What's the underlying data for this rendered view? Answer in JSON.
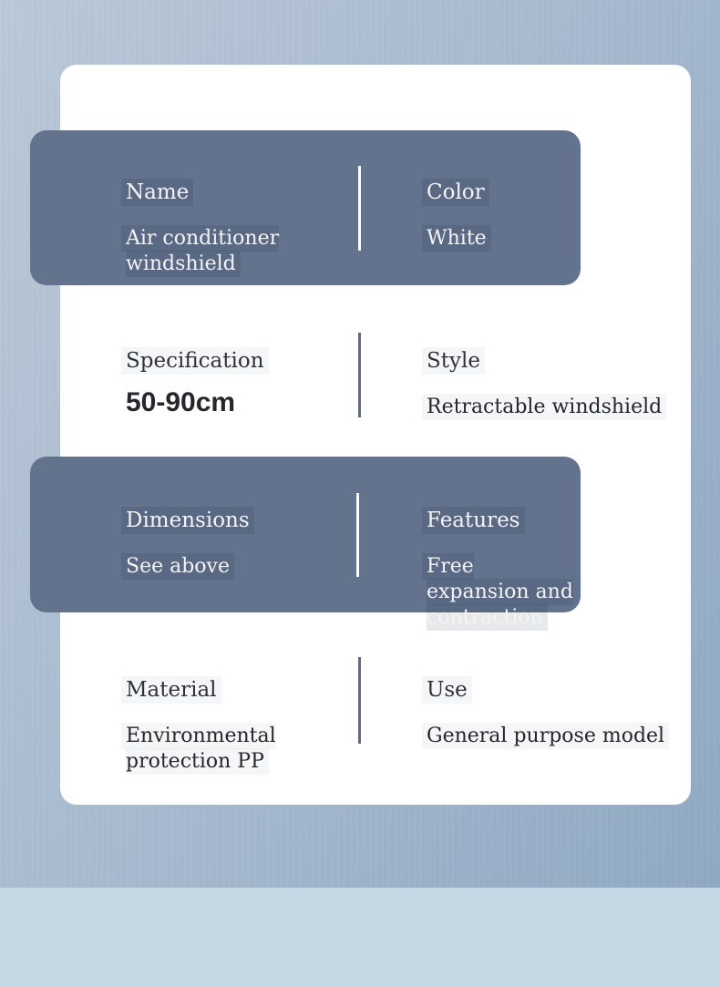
{
  "card": {
    "rows": [
      {
        "variant": "banner",
        "left": {
          "label": "Name",
          "value": "Air conditioner windshield"
        },
        "right": {
          "label": "Color",
          "value": "White"
        }
      },
      {
        "variant": "plain",
        "left": {
          "label": "Specification",
          "value": "50-90cm"
        },
        "right": {
          "label": "Style",
          "value": "Retractable windshield"
        }
      },
      {
        "variant": "banner",
        "left": {
          "label": "Dimensions",
          "value": "See above"
        },
        "right": {
          "label": "Features",
          "value": "Free expansion and contraction"
        }
      },
      {
        "variant": "plain",
        "left": {
          "label": "Material",
          "value": "Environmental protection PP"
        },
        "right": {
          "label": "Use",
          "value": "General purpose model"
        }
      }
    ]
  },
  "colors": {
    "banner_bg": "#63728d",
    "banner_text": "#f3f4f7",
    "body_text": "#26262c",
    "page_bg_top_left": "#bac8d8",
    "page_bg_bottom_right": "#8ea7c2",
    "bottom_band": "#c7d8e5",
    "card_bg": "#ffffff",
    "divider_on_banner": "#ffffff",
    "divider_on_white": "#5b6c86"
  }
}
